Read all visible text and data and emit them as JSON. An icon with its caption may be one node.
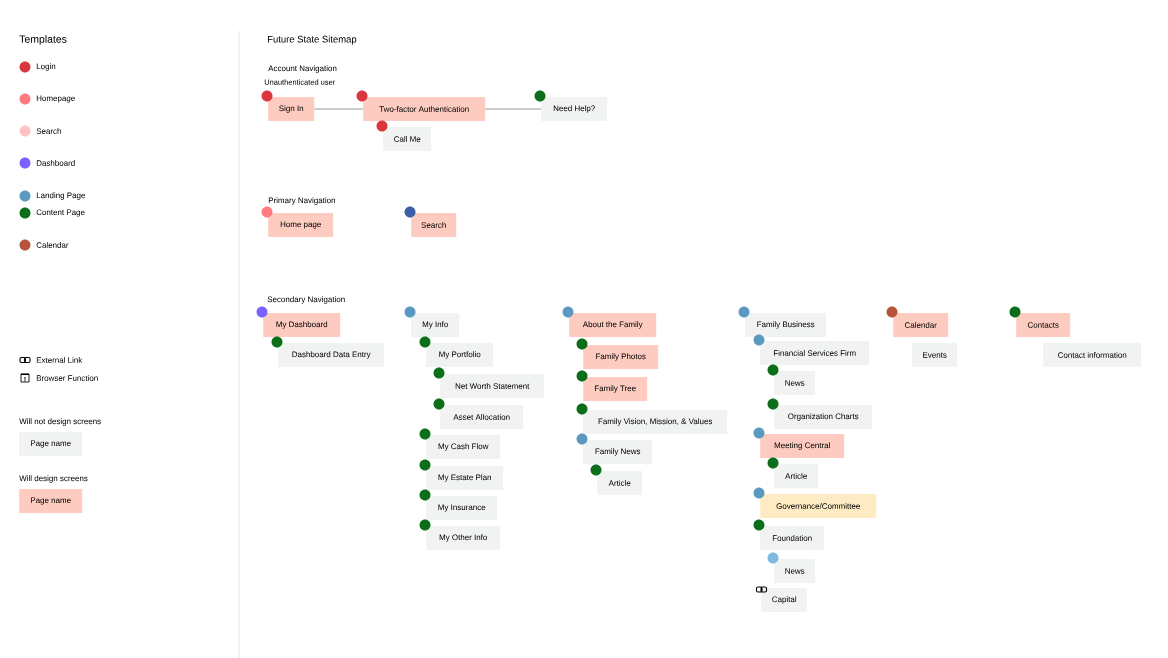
{
  "diagram": {
    "title": "Future State Sitemap",
    "nodes": [
      {
        "text": [
          "Sign In"
        ],
        "beside": [
          "Unauthenticated user"
        ]
      },
      {
        "text": [
          "Two-factor Authentication"
        ]
      },
      {
        "text": [
          "Call Me"
        ]
      },
      {
        "text": [
          "Need Help?"
        ]
      },
      {
        "text": [
          "Home page"
        ]
      },
      {
        "text": [
          "Search"
        ]
      },
      {
        "text": [
          "My Dashboard"
        ]
      },
      {
        "text": [
          "Dashboard Data Entry"
        ]
      },
      {
        "text": [
          "My Info"
        ]
      },
      {
        "text": [
          "My Portfolio"
        ]
      },
      {
        "text": [
          "Net Worth Statement"
        ]
      },
      {
        "text": [
          "Asset Allocation"
        ]
      },
      {
        "text": [
          "My Cash Flow"
        ]
      },
      {
        "text": [
          "My Estate Plan"
        ]
      },
      {
        "text": [
          "My Insurance"
        ]
      },
      {
        "text": [
          "My Other Info"
        ]
      },
      {
        "text": [
          "About the Family"
        ]
      },
      {
        "text": [
          "Family Photos"
        ]
      },
      {
        "text": [
          "Family Tree"
        ]
      },
      {
        "text": [
          "Family Vision, Mission, & Values"
        ]
      },
      {
        "text": [
          "Family News"
        ]
      },
      {
        "text": [
          "Article"
        ]
      },
      {
        "text": [
          "Family Business"
        ]
      },
      {
        "text": [
          "Financial Services Firm"
        ]
      },
      {
        "text": [
          "News"
        ]
      },
      {
        "text": [
          "Organization Charts"
        ]
      },
      {
        "text": [
          "Meeting Central"
        ]
      },
      {
        "text": [
          "Article"
        ]
      },
      {
        "text": [
          "Governance/Committee"
        ]
      },
      {
        "text": [
          "Foundation"
        ]
      },
      {
        "text": [
          "News"
        ]
      },
      {
        "text": [
          "Capital"
        ]
      },
      {
        "text": [
          "Calendar"
        ]
      },
      {
        "text": [
          "Events"
        ]
      },
      {
        "text": [
          "Contacts"
        ]
      },
      {
        "text": [
          "Contact information"
        ]
      },
      {
        "text": [
          "Page name"
        ]
      },
      {
        "text": [
          "Page name"
        ]
      }
    ],
    "edges": [
      {
        "from": 0,
        "to": 1,
        "arrow": "none"
      },
      {
        "from": 1,
        "to": 3,
        "arrow": "none"
      }
    ],
    "labels": [
      "Templates",
      "Account Navigation",
      "Primary Navigation",
      "Secondary Navigation",
      "Will not design screens",
      "Will design screens"
    ],
    "legend": [
      {
        "text": "Login",
        "color": "#d9363e"
      },
      {
        "text": "Homepage",
        "color": "#ff7b80"
      },
      {
        "text": "Search",
        "color": "#ffc2c2"
      },
      {
        "text": "Dashboard",
        "color": "#7b61ff"
      },
      {
        "text": "Landing Page",
        "color": "#5a9ac0"
      },
      {
        "text": "Content Page",
        "color": "#0a6e1a"
      },
      {
        "text": "Calendar",
        "color": "#b5533c"
      },
      {
        "text": "External Link"
      },
      {
        "text": "Browser Function"
      }
    ]
  }
}
